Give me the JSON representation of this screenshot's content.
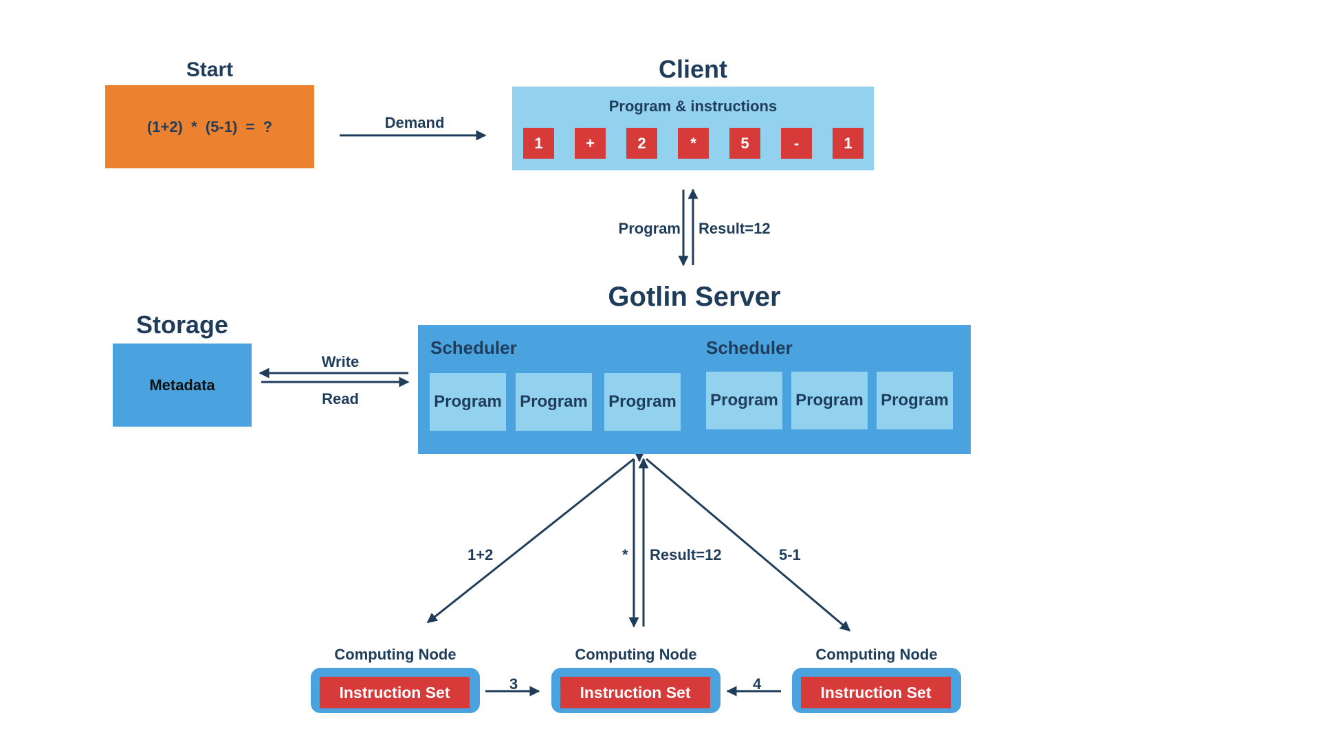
{
  "start": {
    "title": "Start",
    "expression": "(1+2)  *  (5-1)  =  ?"
  },
  "client": {
    "title": "Client",
    "subtitle": "Program & instructions",
    "tokens": [
      "1",
      "+",
      "2",
      "*",
      "5",
      "-",
      "1"
    ]
  },
  "storage": {
    "title": "Storage",
    "box_label": "Metadata"
  },
  "server": {
    "title": "Gotlin Server",
    "schedulers": [
      {
        "label": "Scheduler",
        "programs": [
          "Program",
          "Program",
          "Program"
        ]
      },
      {
        "label": "Scheduler",
        "programs": [
          "Program",
          "Program",
          "Program"
        ]
      }
    ]
  },
  "edges": {
    "demand": "Demand",
    "program": "Program",
    "result_top": "Result=12",
    "write": "Write",
    "read": "Read",
    "op_left": "1+2",
    "op_mid": "*",
    "result_mid": "Result=12",
    "op_right": "5-1",
    "pass_left": "3",
    "pass_right": "4"
  },
  "nodes": [
    {
      "title": "Computing Node",
      "instruction": "Instruction Set"
    },
    {
      "title": "Computing Node",
      "instruction": "Instruction Set"
    },
    {
      "title": "Computing Node",
      "instruction": "Instruction Set"
    }
  ],
  "colors": {
    "start": "#ec8230",
    "client": "#92d2ef",
    "server": "#4aa3df",
    "token": "#d63b3a",
    "text": "#1f3d5a",
    "arrow": "#1f3d5a"
  }
}
